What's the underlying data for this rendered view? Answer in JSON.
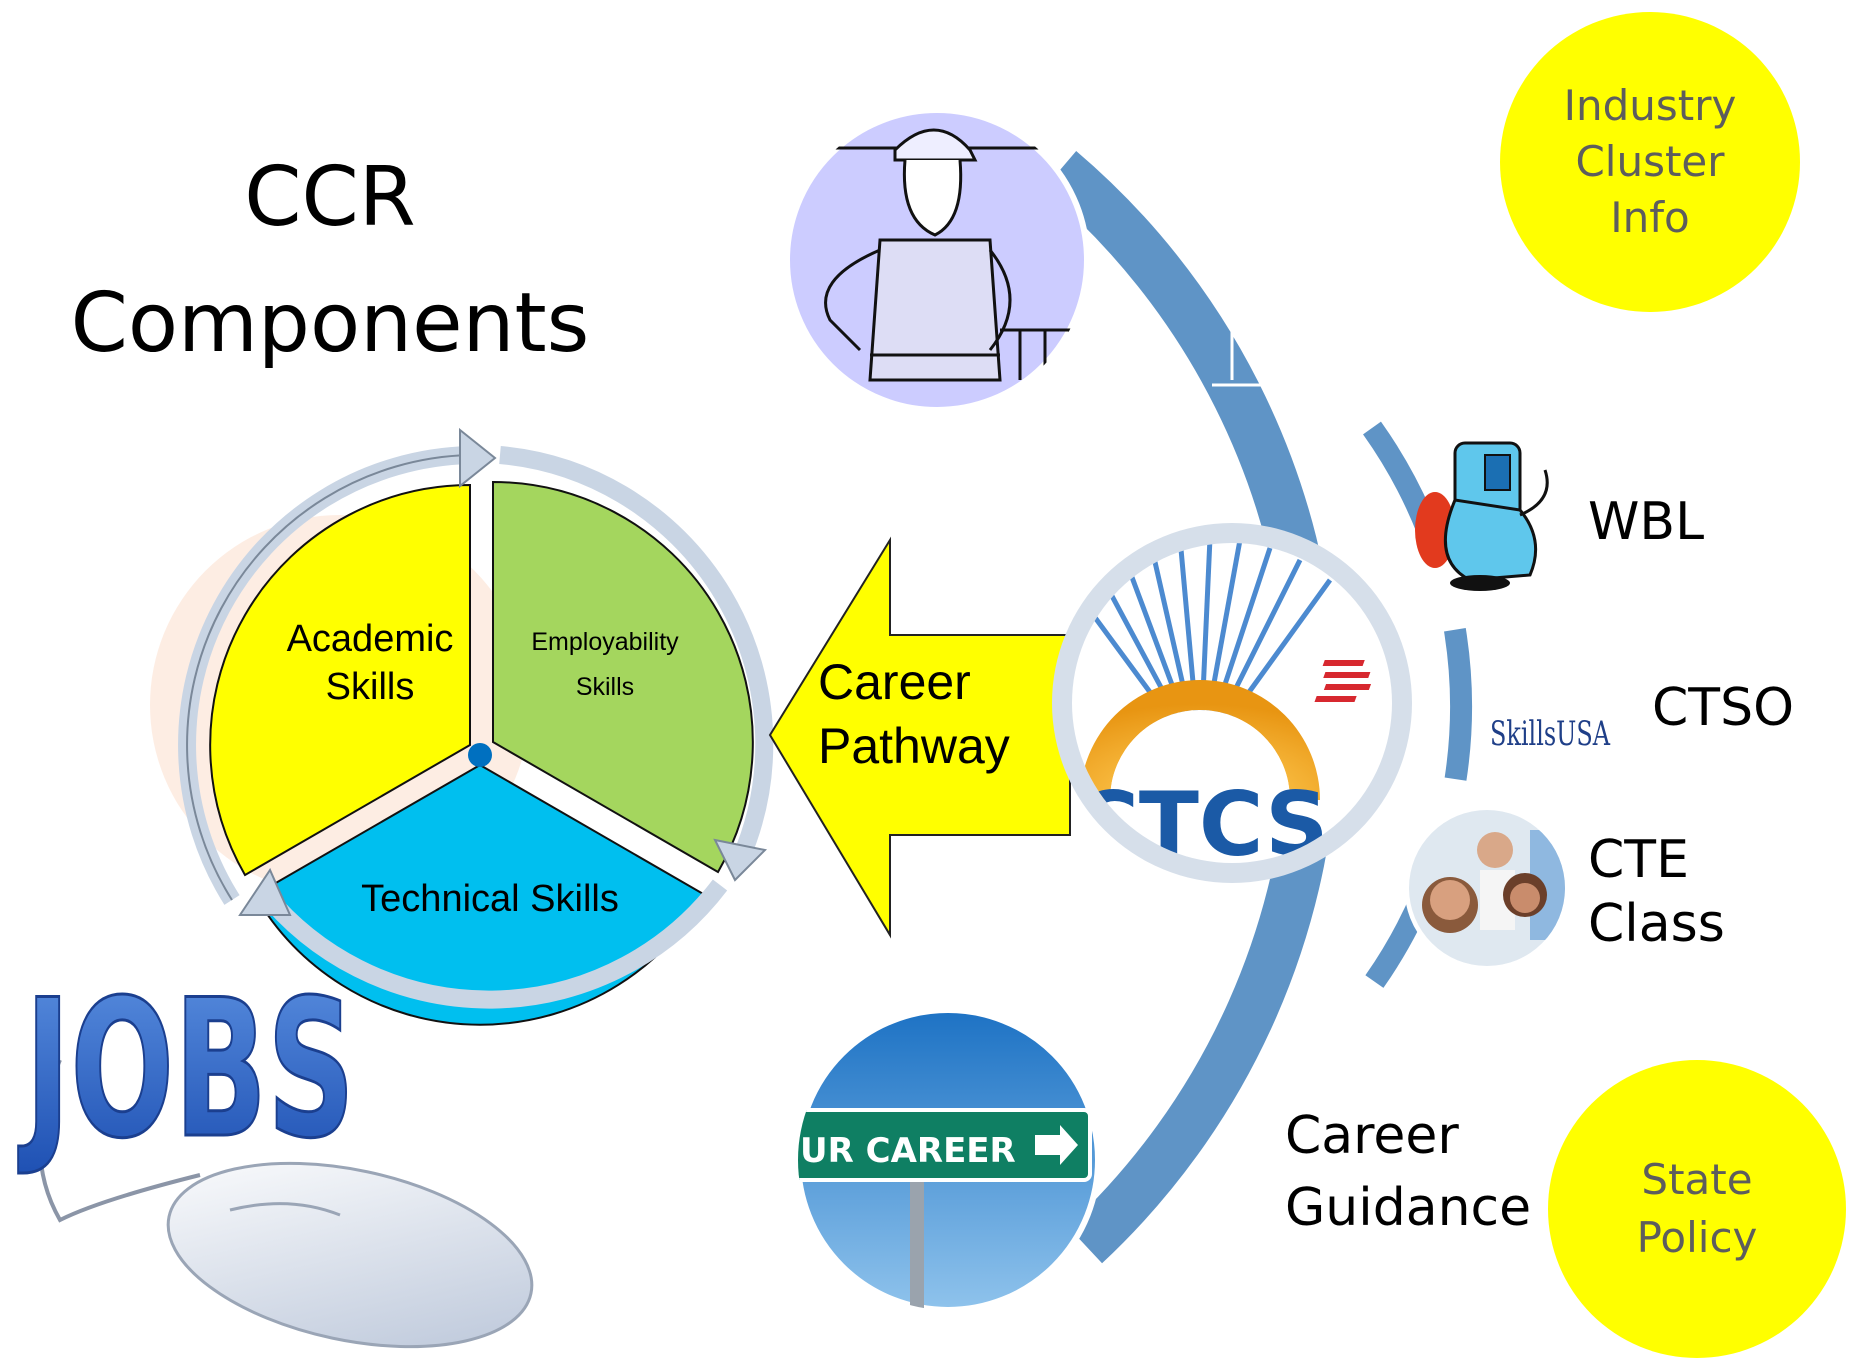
{
  "title": {
    "line1": "CCR",
    "line2": "Components"
  },
  "cycle": {
    "academic": {
      "line1": "Academic",
      "line2": "Skills"
    },
    "employability": {
      "line1": "Employability",
      "line2": "Skills"
    },
    "technical": "Technical Skills"
  },
  "arrow_label": {
    "line1": "Career",
    "line2": "Pathway"
  },
  "center_logo_text": "KCTCS",
  "right_items": {
    "wbl": "WBL",
    "ctso": "CTSO",
    "cte": {
      "line1": "CTE",
      "line2": "Class"
    },
    "career_guidance": {
      "line1": "Career",
      "line2": "Guidance"
    },
    "skillsusa_logo": "SkillsUSA"
  },
  "industry_circle": {
    "line1": "Industry",
    "line2": "Cluster",
    "line3": "Info"
  },
  "policy_circle": {
    "line1": "State",
    "line2": "Policy"
  },
  "road_sign": "UR CAREER",
  "jobs_graphic": "JOBS",
  "colors": {
    "academic": "#ffff00",
    "employability": "#a4d65e",
    "technical": "#00bfef",
    "arc_blue": "#5f94c6",
    "callout_yellow": "#ffff00",
    "kctcs_blue": "#1b5aa6",
    "sun_orange": "#f2a51c"
  }
}
